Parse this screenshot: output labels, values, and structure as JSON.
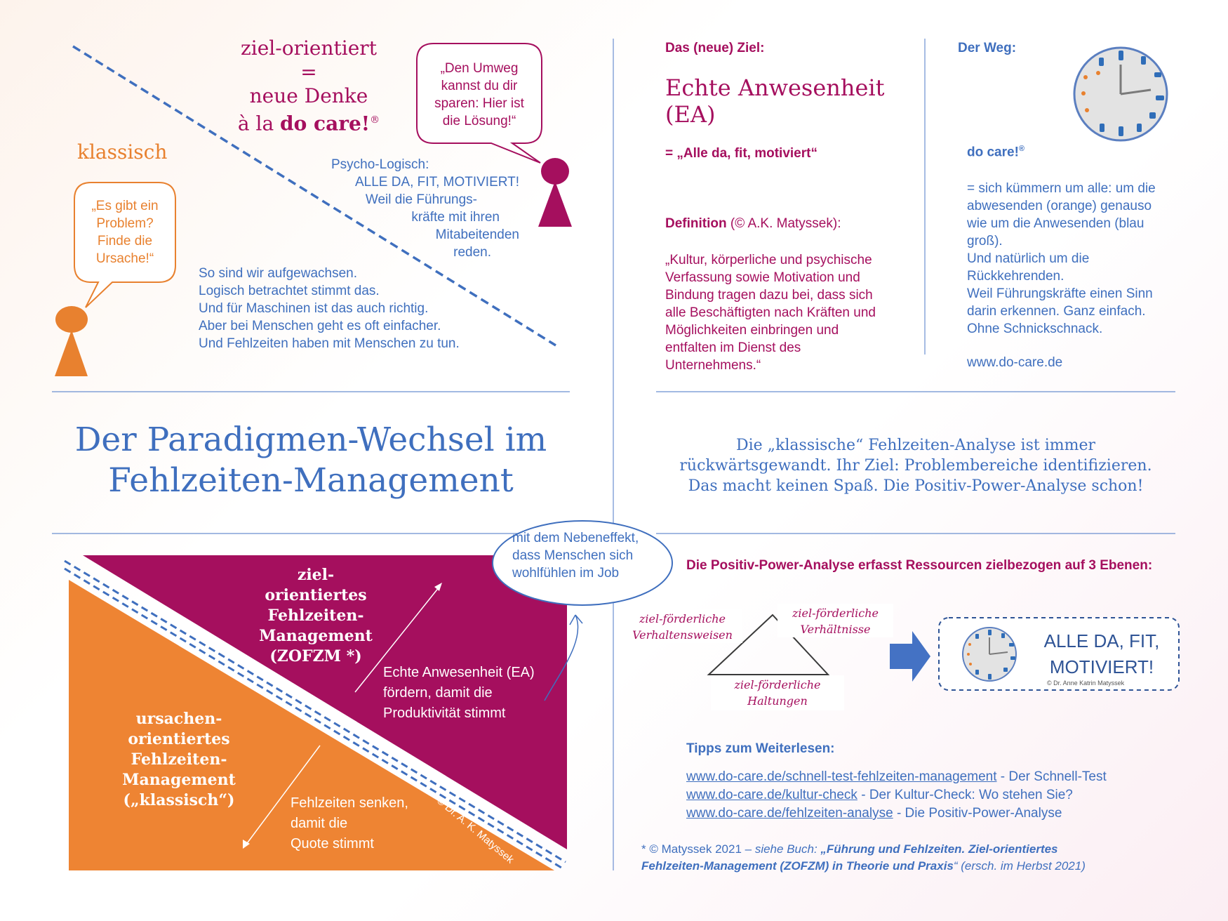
{
  "colors": {
    "blue": "#3f6fbe",
    "magenta": "#a50f5e",
    "orange": "#e8812f",
    "gray": "#7a7a7a"
  },
  "top_left": {
    "zielorientiert": {
      "line1": "ziel-orientiert",
      "line2": "=",
      "line3": "neue Denke",
      "line4_prefix": "à la ",
      "line4_brand": "do care!",
      "line4_reg": "®"
    },
    "klassisch_label": "klassisch",
    "bubble_magenta": [
      "„Den Umweg",
      "kannst du dir",
      "sparen: Hier ist",
      "die Lösung!“"
    ],
    "bubble_orange": [
      "„Es gibt ein",
      "Problem?",
      "Finde die",
      "Ursache!“"
    ],
    "psycho": [
      "Psycho-Logisch:",
      "ALLE DA, FIT, MOTIVIERT!",
      "Weil die Führungs-",
      "kräfte mit ihren",
      "Mitabeitenden",
      "reden."
    ],
    "classic_text": [
      "So sind wir aufgewachsen.",
      "Logisch betrachtet stimmt das.",
      "Und für Maschinen ist das auch richtig.",
      "Aber bei Menschen geht es oft einfacher.",
      "Und Fehlzeiten haben mit Menschen zu tun."
    ]
  },
  "top_right": {
    "ziel_heading": "Das (neue) Ziel:",
    "ziel_title_1": "Echte Anwesenheit",
    "ziel_title_2": "(EA)",
    "ziel_sub": "= „Alle da, fit, motiviert“",
    "def_label": "Definition",
    "def_author": " (© A.K. Matyssek):",
    "definition": [
      "„Kultur, körperliche und psychische",
      "Verfassung sowie Motivation und",
      "Bindung tragen dazu bei, dass sich",
      "alle Beschäftigten nach Kräften und",
      "Möglichkeiten einbringen und",
      "entfalten im Dienst des",
      "Unternehmens.“"
    ],
    "weg_heading": "Der Weg:",
    "docare_brand": "do care!",
    "docare_reg": "®",
    "weg_text": [
      "= sich kümmern um alle: um die",
      "abwesenden (orange) genauso",
      "wie um die Anwesenden (blau",
      "groß).",
      "Und natürlich um die",
      "Rückkehrenden.",
      "Weil Führungskräfte einen Sinn",
      "darin erkennen. Ganz einfach.",
      "Ohne Schnickschnack."
    ],
    "weg_url": "www.do-care.de"
  },
  "main_title": [
    "Der Paradigmen-Wechsel im",
    "Fehlzeiten-Management"
  ],
  "mid_right": [
    "Die „klassische“ Fehlzeiten-Analyse ist immer",
    "rückwärtsgewandt. Ihr Ziel: Problembereiche identifizieren.",
    "Das macht keinen Spaß. Die Positiv-Power-Analyse schon!"
  ],
  "bottom_left": {
    "cloud": [
      "mit dem Nebeneffekt,",
      "dass Menschen sich",
      "wohlfühlen im Job"
    ],
    "magenta_title": [
      "ziel-",
      "orientiertes",
      "Fehlzeiten-",
      "Management",
      "(ZOFZM *)"
    ],
    "magenta_text": [
      "Echte Anwesenheit (EA)",
      "fördern, damit die",
      "Produktivität stimmt"
    ],
    "orange_title": [
      "ursachen-",
      "orientiertes",
      "Fehlzeiten-",
      "Management",
      "(„klassisch“)"
    ],
    "orange_text": [
      "Fehlzeiten senken,",
      "damit die",
      "Quote stimmt"
    ],
    "copyright": "© Dr. A. K. Matyssek"
  },
  "bottom_right": {
    "ppa_heading": "Die Positiv-Power-Analyse erfasst Ressourcen zielbezogen auf 3 Ebenen:",
    "tri_left": [
      "ziel-förderliche",
      "Verhaltensweisen"
    ],
    "tri_right": [
      "ziel-förderliche",
      "Verhältnisse"
    ],
    "tri_bottom": [
      "ziel-förderliche",
      "Haltungen"
    ],
    "result": [
      "ALLE DA, FIT,",
      "MOTIVIERT!"
    ],
    "result_copyright": "© Dr. Anne Katrin Matyssek",
    "tipps_heading": "Tipps zum Weiterlesen:",
    "links": [
      {
        "url": "www.do-care.de/schnell-test-fehlzeiten-management",
        "desc": " - Der Schnell-Test"
      },
      {
        "url": "www.do-care.de/kultur-check",
        "desc": " - Der Kultur-Check: Wo stehen Sie?"
      },
      {
        "url": "www.do-care.de/fehlzeiten-analyse",
        "desc": " - Die Positiv-Power-Analyse"
      }
    ],
    "footnote_prefix": "* © Matyssek 2021 – ",
    "footnote_siehe": "siehe Buch: ",
    "footnote_book_1": "„Führung und Fehlzeiten. Ziel-orientiertes",
    "footnote_book_2": "Fehlzeiten-Management (ZOFZM) in Theorie und Praxis",
    "footnote_suffix": "“ (ersch. im Herbst 2021)"
  },
  "icons": [
    "clock-icon",
    "person-icon",
    "arrow-right-icon",
    "triangle-icon"
  ]
}
